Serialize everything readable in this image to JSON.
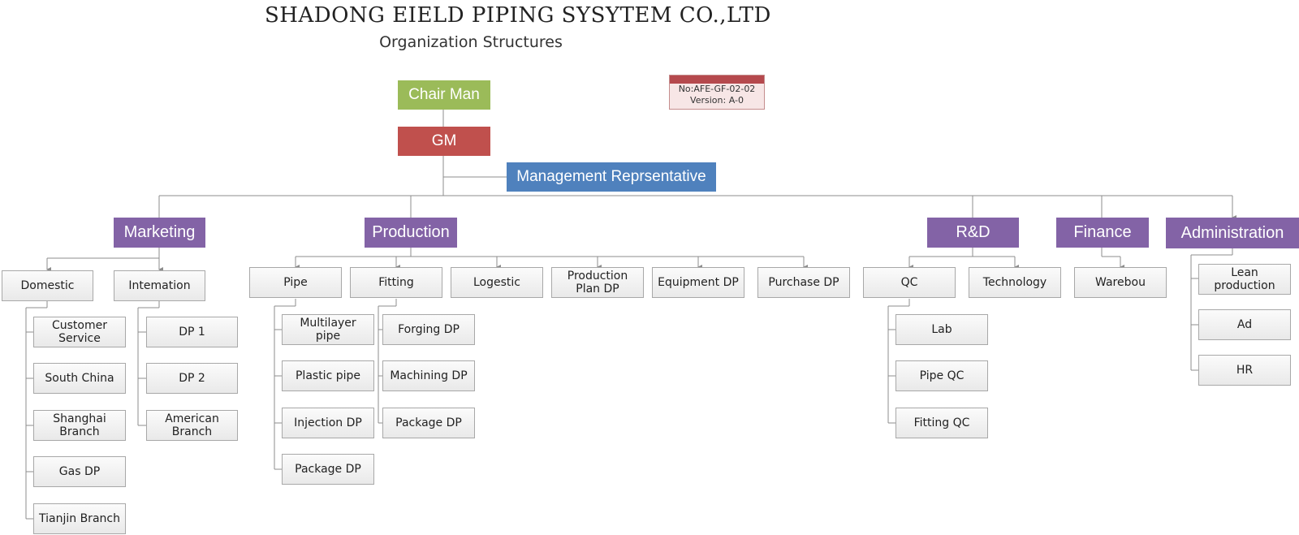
{
  "header": {
    "company": "SHADONG EIELD PIPING SYSYTEM CO.,LTD",
    "subtitle": "Organization Structures"
  },
  "doc_info": {
    "number": "No:AFE-GF-02-02",
    "version": "Version: A-0"
  },
  "colors": {
    "chairman": "#9bbb59",
    "gm": "#c0504d",
    "management_rep": "#4f81bd",
    "department": "#8363a6",
    "connector": "#8c8c8c"
  },
  "leadership": {
    "chairman": "Chair Man",
    "gm": "GM",
    "management_rep": "Management Reprsentative"
  },
  "departments": {
    "marketing": {
      "label": "Marketing",
      "domestic": {
        "label": "Domestic",
        "items": [
          "Customer Service",
          "South China",
          "Shanghai Branch",
          "Gas DP",
          "Tianjin Branch"
        ]
      },
      "international": {
        "label": "Intemation",
        "items": [
          "DP 1",
          "DP 2",
          "American Branch"
        ]
      }
    },
    "production": {
      "label": "Production",
      "pipe": {
        "label": "Pipe",
        "items": [
          "Multilayer pipe",
          "Plastic pipe",
          "Injection DP",
          "Package DP"
        ]
      },
      "fitting": {
        "label": "Fitting",
        "items": [
          "Forging DP",
          "Machining DP",
          "Package DP"
        ]
      },
      "logistic": "Logestic",
      "production_plan": "Production Plan DP",
      "equipment": "Equipment DP",
      "purchase": "Purchase DP"
    },
    "rnd": {
      "label": "R&D",
      "qc": {
        "label": "QC",
        "items": [
          "Lab",
          "Pipe QC",
          "Fitting QC"
        ]
      },
      "technology": "Technology"
    },
    "finance": {
      "label": "Finance",
      "warehouse": "Warebou"
    },
    "administration": {
      "label": "Administration",
      "items": [
        "Lean production",
        "Ad",
        "HR"
      ]
    }
  }
}
